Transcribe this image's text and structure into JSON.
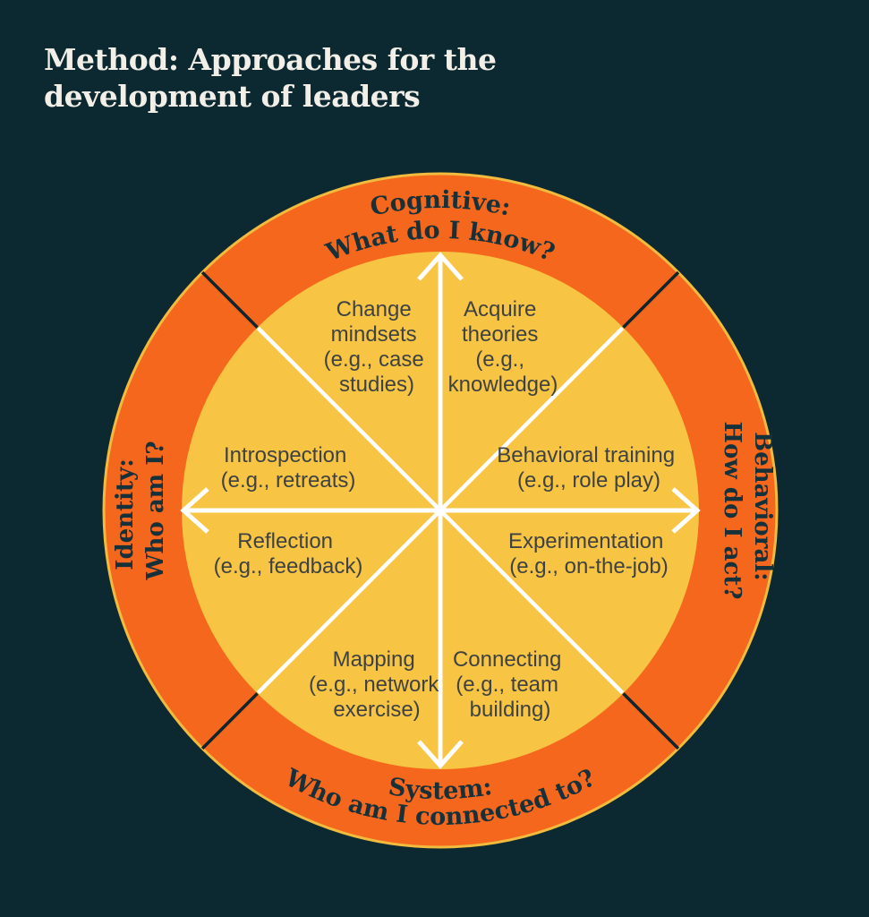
{
  "title": {
    "line1": "Method: Approaches for the",
    "line2": "development of leaders"
  },
  "wheel": {
    "quadrants": [
      {
        "id": "cognitive",
        "position": "top",
        "line1": "Cognitive:",
        "line2": "What do I know?"
      },
      {
        "id": "behavioral",
        "position": "right",
        "line1": "Behavioral:",
        "line2": "How do I act?"
      },
      {
        "id": "system",
        "position": "bottom",
        "line1": "System:",
        "line2": "Who am I connected to?"
      },
      {
        "id": "identity",
        "position": "left",
        "line1": "Identity:",
        "line2": "Who am I?"
      }
    ],
    "sectors": [
      {
        "id": "change-mindsets",
        "quadrant": "cognitive-identity",
        "lines": [
          "Change",
          "mindsets",
          "(e.g., case",
          "studies)"
        ]
      },
      {
        "id": "acquire-theories",
        "quadrant": "cognitive-behavioral",
        "lines": [
          "Acquire",
          "theories",
          "(e.g.,",
          "knowledge)"
        ]
      },
      {
        "id": "introspection",
        "quadrant": "identity",
        "lines": [
          "Introspection",
          "(e.g., retreats)"
        ]
      },
      {
        "id": "behavioral-training",
        "quadrant": "behavioral",
        "lines": [
          "Behavioral training",
          "(e.g., role play)"
        ]
      },
      {
        "id": "reflection",
        "quadrant": "identity",
        "lines": [
          "Reflection",
          "(e.g., feedback)"
        ]
      },
      {
        "id": "experimentation",
        "quadrant": "behavioral",
        "lines": [
          "Experimentation",
          "(e.g., on-the-job)"
        ]
      },
      {
        "id": "mapping",
        "quadrant": "system-identity",
        "lines": [
          "Mapping",
          "(e.g., network",
          "exercise)"
        ]
      },
      {
        "id": "connecting",
        "quadrant": "system-behavioral",
        "lines": [
          "Connecting",
          "(e.g., team",
          "building)"
        ]
      }
    ]
  },
  "colors": {
    "background": "#0c2830",
    "ring_orange": "#f4671c",
    "inner_yellow": "#f7c443",
    "outer_outline_gold": "#f0bb3f",
    "ring_label_text": "#17313a",
    "sector_text": "#3f4243",
    "title_text": "#f2efe8",
    "divider_black": "#10242c",
    "arrow_white": "#ffffff"
  }
}
